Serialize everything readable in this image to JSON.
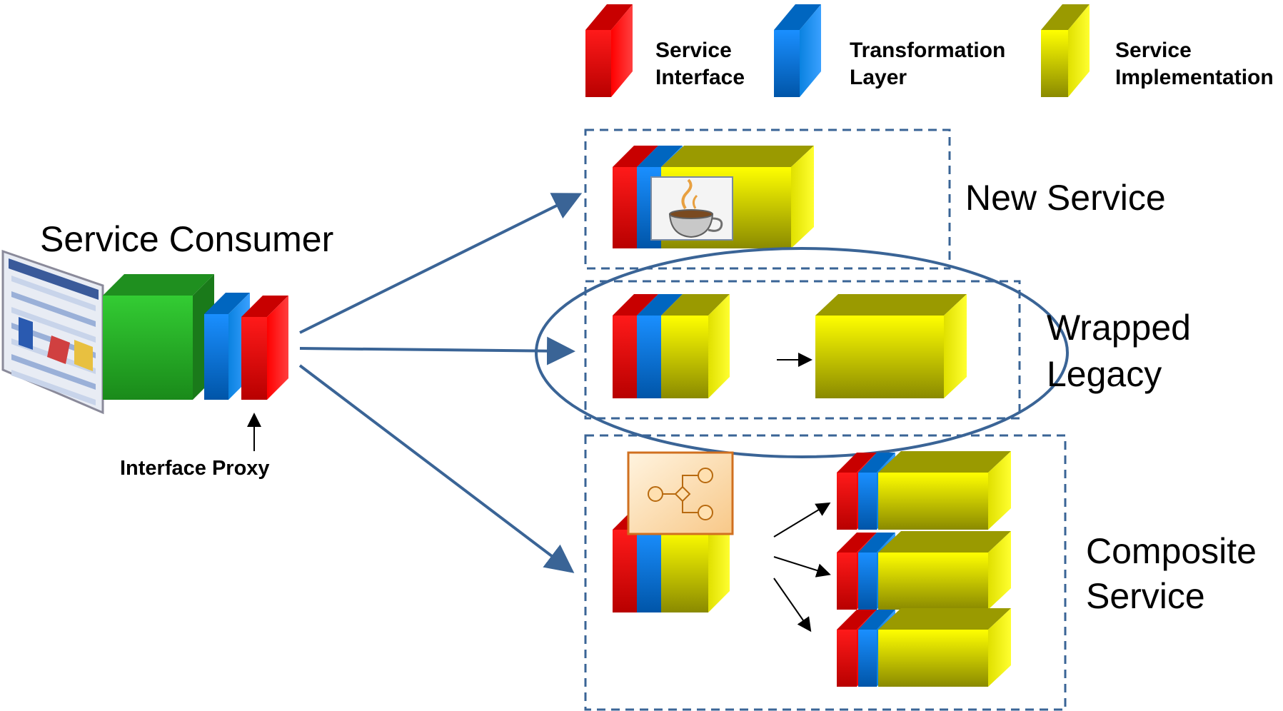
{
  "legend": {
    "service_interface": "Service Interface",
    "transformation_layer": "Transformation Layer",
    "service_implementation": "Service Implementation"
  },
  "consumer": {
    "title": "Service Consumer",
    "proxy_label": "Interface Proxy"
  },
  "services": {
    "new": "New Service",
    "wrapped_line1": "Wrapped",
    "wrapped_line2": "Legacy",
    "composite_line1": "Composite",
    "composite_line2": "Service"
  },
  "colors": {
    "interface": "#e00000",
    "transformation": "#0a82e0",
    "implementation": "#e8e800",
    "consumer": "#2eb82e",
    "connector": "#3a6496",
    "dashed_border": "#3a6496"
  },
  "icons": {
    "new_service": "java-coffee-cup-icon",
    "composite_service": "process-flow-icon",
    "consumer": "browser-screenshot-icon"
  }
}
